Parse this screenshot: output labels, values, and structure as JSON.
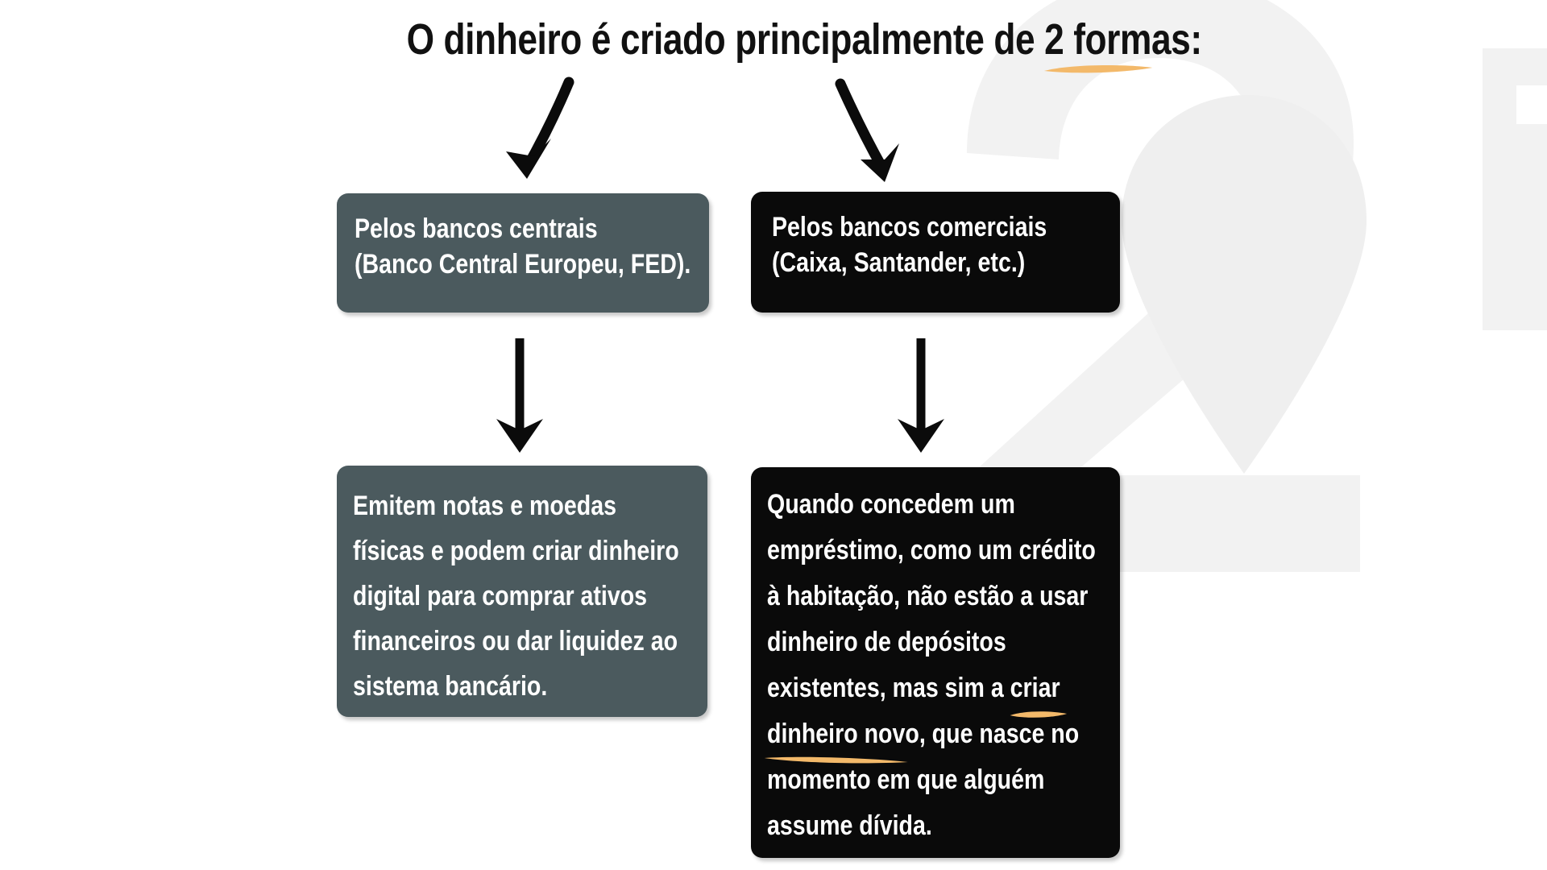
{
  "slide": {
    "background_color": "#ffffff",
    "accent_color": "#f3b96a",
    "slate_color": "#4b5a5e",
    "black_color": "#0a0a0a",
    "title_prefix": "O dinheiro é criado principalmente de ",
    "title_highlight": "2 formas:",
    "title_full": "O dinheiro é criado principalmente de 2 formas:"
  },
  "watermark": {
    "label": "background-watermark-number-2",
    "color": "#f2f2f2"
  },
  "branches": [
    {
      "id": "central-banks",
      "heading_line_1": "Pelos bancos centrais",
      "heading_line_2": "(Banco Central Europeu, FED).",
      "heading_full": "Pelos bancos centrais (Banco Central Europeu, FED).",
      "style": "slate",
      "detail_full": "Emitem notas e moedas físicas e podem criar dinheiro digital para comprar ativos financeiros ou dar liquidez ao sistema bancário.",
      "detail_lines": [
        "Emitem notas e moedas",
        "físicas e podem criar dinheiro",
        "digital para comprar ativos",
        "financeiros ou dar liquidez ao",
        "sistema bancário."
      ],
      "highlights": []
    },
    {
      "id": "commercial-banks",
      "heading_line_1": "Pelos bancos comerciais",
      "heading_line_2": "(Caixa, Santander, etc.)",
      "heading_full": "Pelos bancos comerciais (Caixa, Santander, etc.)",
      "style": "black",
      "detail_full": "Quando concedem um empréstimo, como um crédito à habitação, não estão a usar dinheiro de depósitos existentes, mas sim a criar dinheiro novo, que nasce no momento em que alguém assume dívida.",
      "detail_lines": [
        "Quando concedem um",
        "empréstimo, como um crédito",
        "à habitação, não estão a usar",
        "dinheiro de depósitos",
        "existentes, mas sim a ",
        "dinheiro novo",
        ", que nasce no",
        "momento em que alguém",
        "assume dívida."
      ],
      "highlights": [
        "criar",
        "dinheiro novo"
      ]
    }
  ],
  "arrows": [
    {
      "id": "title-to-central",
      "direction": "down-left",
      "style": "hand-drawn"
    },
    {
      "id": "title-to-commercial",
      "direction": "down-right",
      "style": "hand-drawn"
    },
    {
      "id": "central-to-detail",
      "direction": "down",
      "style": "straight"
    },
    {
      "id": "commercial-to-detail",
      "direction": "down",
      "style": "straight"
    }
  ]
}
